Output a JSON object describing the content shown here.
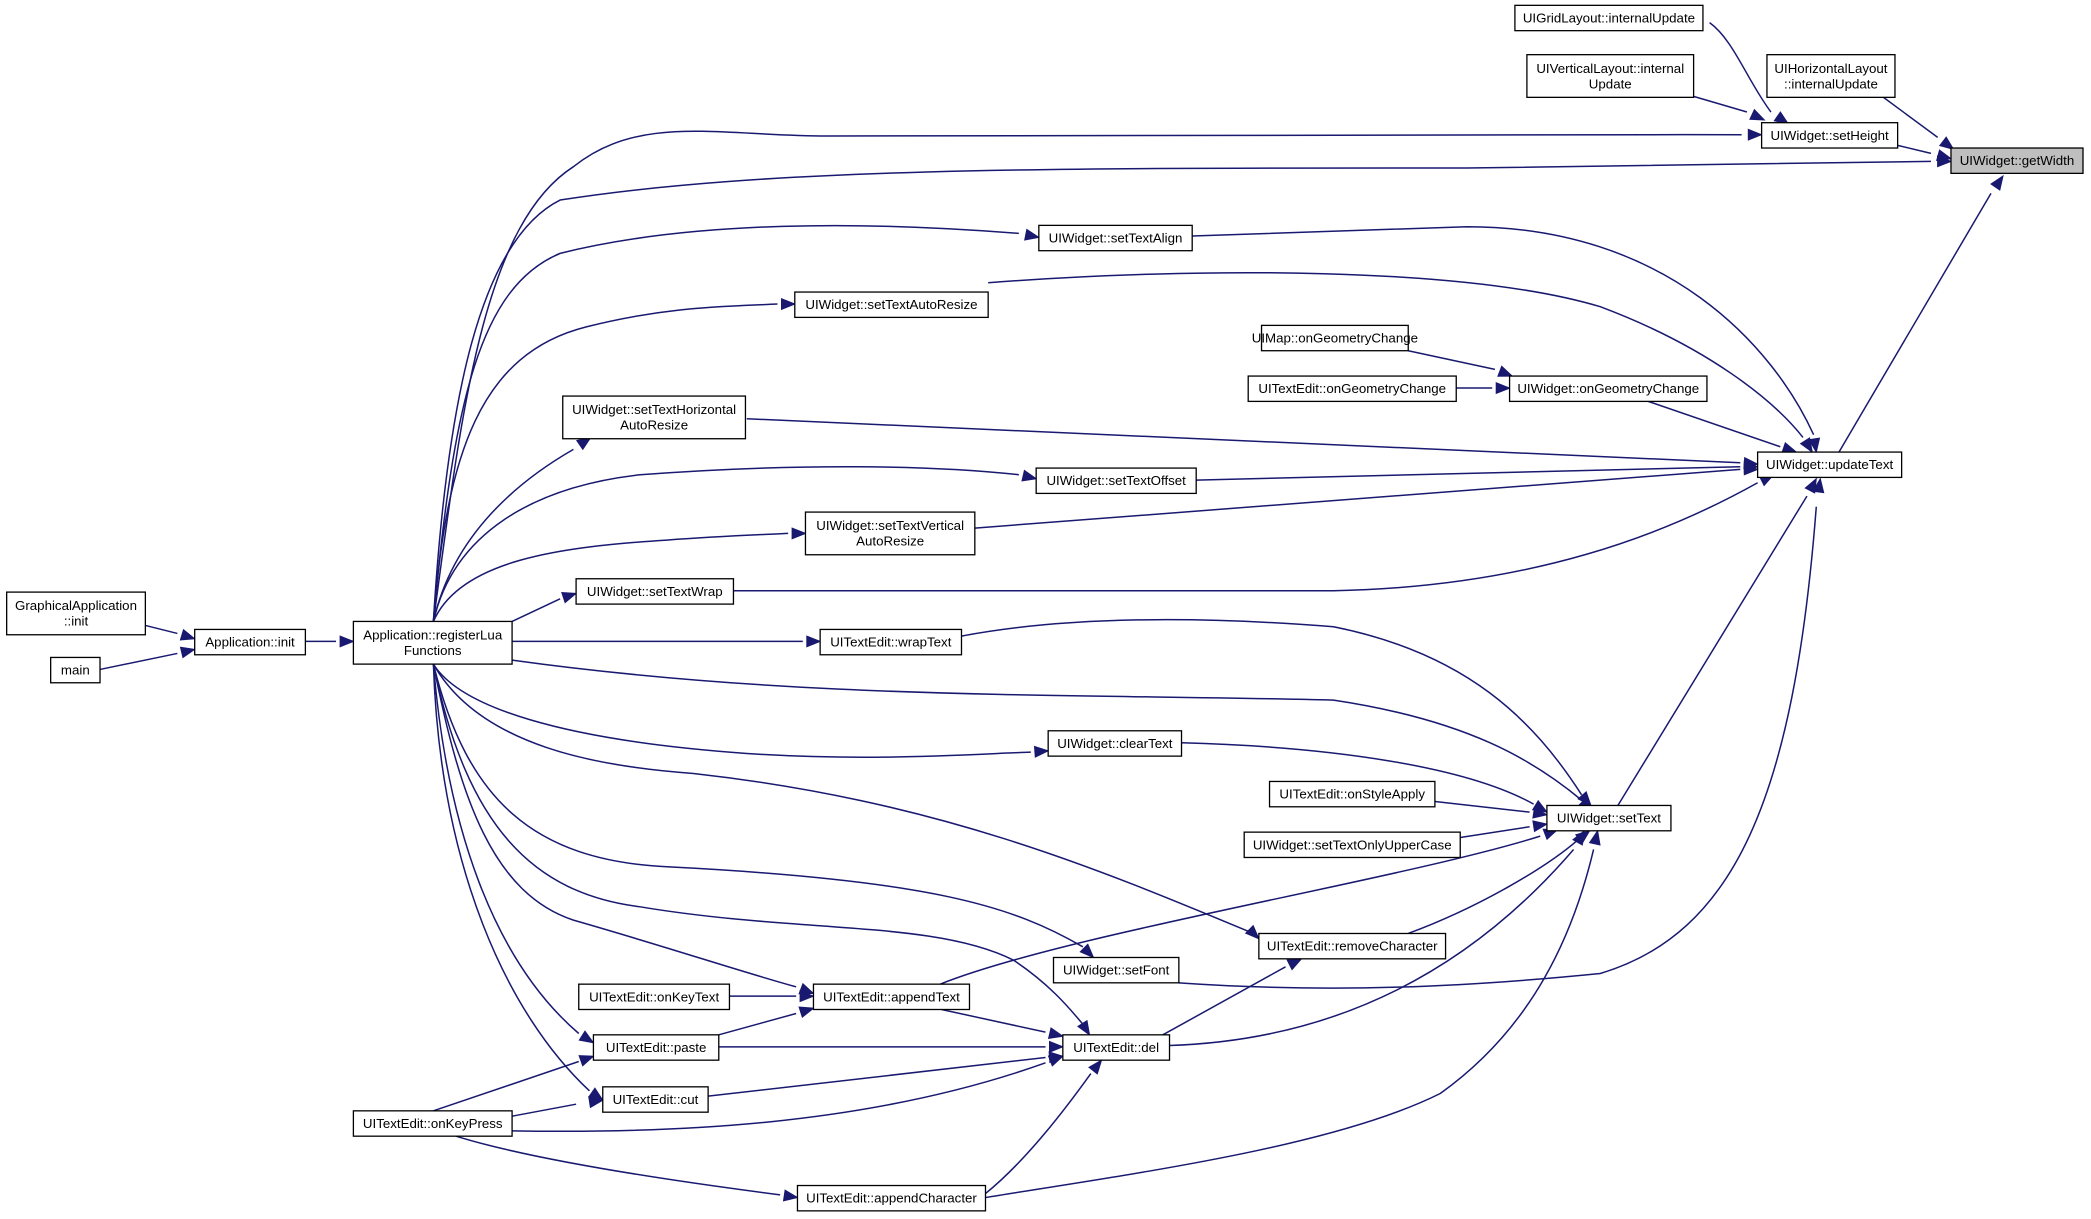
{
  "nodes": {
    "getWidth": {
      "lines": [
        "UIWidget::getWidth"
      ],
      "current": true
    },
    "gridUpdate": {
      "lines": [
        "UIGridLayout::internalUpdate"
      ]
    },
    "vertUpdate": {
      "lines": [
        "UIVerticalLayout::internal",
        "Update"
      ]
    },
    "horzUpdate": {
      "lines": [
        "UIHorizontalLayout",
        "::internalUpdate"
      ]
    },
    "setHeight": {
      "lines": [
        "UIWidget::setHeight"
      ]
    },
    "setTextAlign": {
      "lines": [
        "UIWidget::setTextAlign"
      ]
    },
    "setTextAutoResize": {
      "lines": [
        "UIWidget::setTextAutoResize"
      ]
    },
    "mapGeom": {
      "lines": [
        "UIMap::onGeometryChange"
      ]
    },
    "teGeom": {
      "lines": [
        "UITextEdit::onGeometryChange"
      ]
    },
    "wGeom": {
      "lines": [
        "UIWidget::onGeometryChange"
      ]
    },
    "setTextHAR": {
      "lines": [
        "UIWidget::setTextHorizontal",
        "AutoResize"
      ]
    },
    "updateText": {
      "lines": [
        "UIWidget::updateText"
      ]
    },
    "setTextOffset": {
      "lines": [
        "UIWidget::setTextOffset"
      ]
    },
    "setTextVAR": {
      "lines": [
        "UIWidget::setTextVertical",
        "AutoResize"
      ]
    },
    "setTextWrap": {
      "lines": [
        "UIWidget::setTextWrap"
      ]
    },
    "gaInit": {
      "lines": [
        "GraphicalApplication",
        "::init"
      ]
    },
    "appInit": {
      "lines": [
        "Application::init"
      ]
    },
    "regLua": {
      "lines": [
        "Application::registerLua",
        "Functions"
      ]
    },
    "main": {
      "lines": [
        "main"
      ]
    },
    "wrapText": {
      "lines": [
        "UITextEdit::wrapText"
      ]
    },
    "clearText": {
      "lines": [
        "UIWidget::clearText"
      ]
    },
    "styleApply": {
      "lines": [
        "UITextEdit::onStyleApply"
      ]
    },
    "setText": {
      "lines": [
        "UIWidget::setText"
      ]
    },
    "setTextUpper": {
      "lines": [
        "UIWidget::setTextOnlyUpperCase"
      ]
    },
    "removeChar": {
      "lines": [
        "UITextEdit::removeCharacter"
      ]
    },
    "setFont": {
      "lines": [
        "UIWidget::setFont"
      ]
    },
    "onKeyText": {
      "lines": [
        "UITextEdit::onKeyText"
      ]
    },
    "appendText": {
      "lines": [
        "UITextEdit::appendText"
      ]
    },
    "paste": {
      "lines": [
        "UITextEdit::paste"
      ]
    },
    "del": {
      "lines": [
        "UITextEdit::del"
      ]
    },
    "cut": {
      "lines": [
        "UITextEdit::cut"
      ]
    },
    "onKeyPress": {
      "lines": [
        "UITextEdit::onKeyPress"
      ]
    },
    "appendChar": {
      "lines": [
        "UITextEdit::appendCharacter"
      ]
    }
  },
  "colors": {
    "edge": "#191970",
    "node_fill": "#ffffff",
    "current_node_fill": "#bfbfbf",
    "node_border": "#000000"
  }
}
